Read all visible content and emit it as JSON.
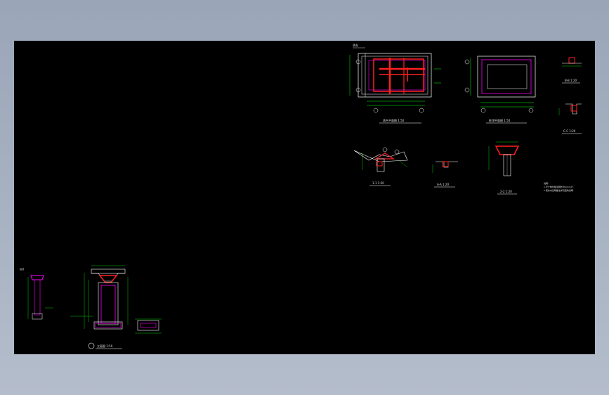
{
  "drawing": {
    "views": {
      "plan_top_1": "承台平面图 1:50",
      "plan_top_2": "桩顶平面图 1:50",
      "section_1": "1-1 1:20",
      "section_a": "A-A 1:20",
      "section_2": "2-2 1:20",
      "detail_b": "B-B 1:20",
      "detail_c": "C-C 1:20",
      "elevation": "立面图 1:50"
    },
    "notes": [
      "1.尺寸单位除注明外均以mm计.",
      "2.其余未注明做法详见结构说明."
    ],
    "colors": {
      "background": "#000000",
      "rebar": "#ff2020",
      "outline": "#ffffff",
      "dimension": "#00ff00",
      "hatch": "#ff00ff",
      "text": "#ffff00"
    }
  }
}
